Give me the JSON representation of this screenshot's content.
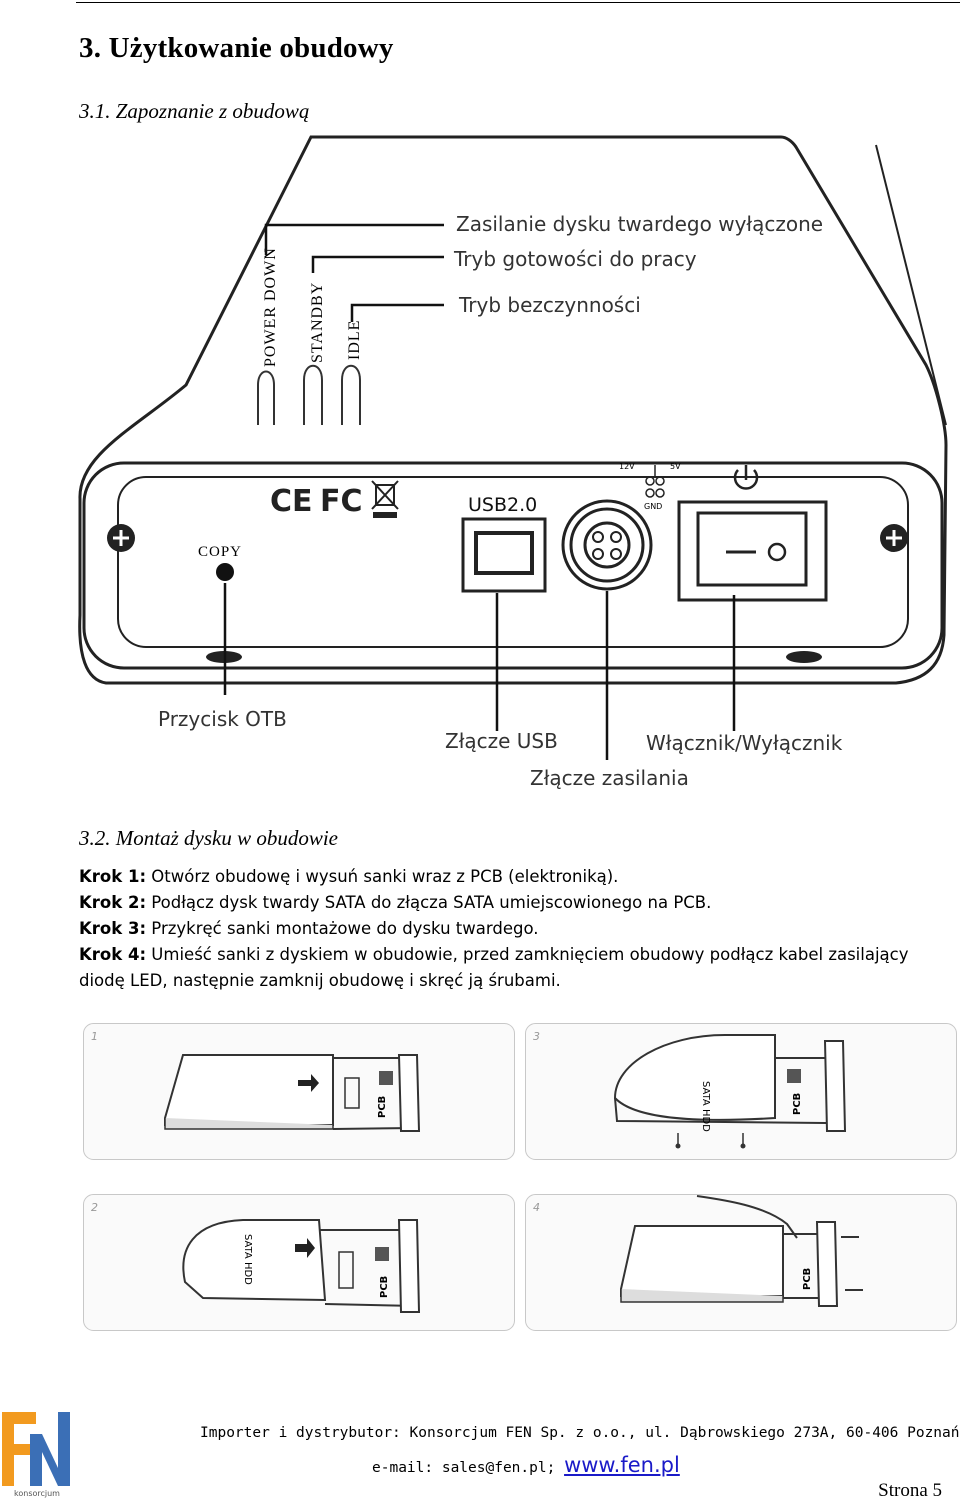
{
  "section": {
    "title": "3. Użytkowanie obudowy",
    "sub1": "3.1. Zapoznanie z obudową",
    "sub2": "3.2. Montaż dysku w obudowie"
  },
  "diagram": {
    "vertical_labels": [
      "POWER DOWN",
      "STANDBY",
      "IDLE"
    ],
    "led_descriptions": [
      "Zasilanie dysku twardego wyłączone",
      "Tryb gotowości do pracy",
      "Tryb bezczynności"
    ],
    "panel_marks": {
      "ce": "CE",
      "fc": "FC",
      "copy": "COPY",
      "usb": "USB2.0",
      "v12": "12V",
      "v5": "5V",
      "gnd": "GND"
    },
    "callouts": {
      "otb": "Przycisk OTB",
      "usb": "Złącze USB",
      "power_connector": "Złącze zasilania",
      "switch": "Włącznik/Wyłącznik"
    }
  },
  "steps": [
    {
      "label": "Krok 1:",
      "text": " Otwórz obudowę i wysuń sanki wraz z PCB (elektroniką)."
    },
    {
      "label": "Krok 2:",
      "text": " Podłącz dysk twardy SATA do złącza SATA umiejscowionego na PCB."
    },
    {
      "label": "Krok 3:",
      "text": " Przykręć sanki montażowe do dysku twardego."
    },
    {
      "label": "Krok 4:",
      "text": " Umieść sanki z dyskiem w obudowie, przed zamknięciem obudowy podłącz kabel zasilający diodę LED,  następnie zamknij obudowę i skręć ją śrubami."
    }
  ],
  "photos": [
    {
      "number": "1",
      "pcb": "PCB"
    },
    {
      "number": "3",
      "pcb": "PCB",
      "hdd": "SATA HDD"
    },
    {
      "number": "2",
      "pcb": "PCB",
      "hdd": "SATA HDD"
    },
    {
      "number": "4",
      "pcb": "PCB"
    }
  ],
  "footer": {
    "address": "Importer i dystrybutor: Konsorcjum FEN Sp. z o.o., ul. Dąbrowskiego 273A, 60-406 Poznań",
    "email": "e-mail: sales@fen.pl;",
    "website": "www.fen.pl",
    "page": "Strona 5",
    "logo_text": "FEN",
    "logo_sub": "konsorcjum"
  },
  "colors": {
    "link": "#1a1ac8",
    "logo_orange": "#f29a1f",
    "logo_blue": "#3b6fb6",
    "photo_border": "#c8c8c8"
  }
}
